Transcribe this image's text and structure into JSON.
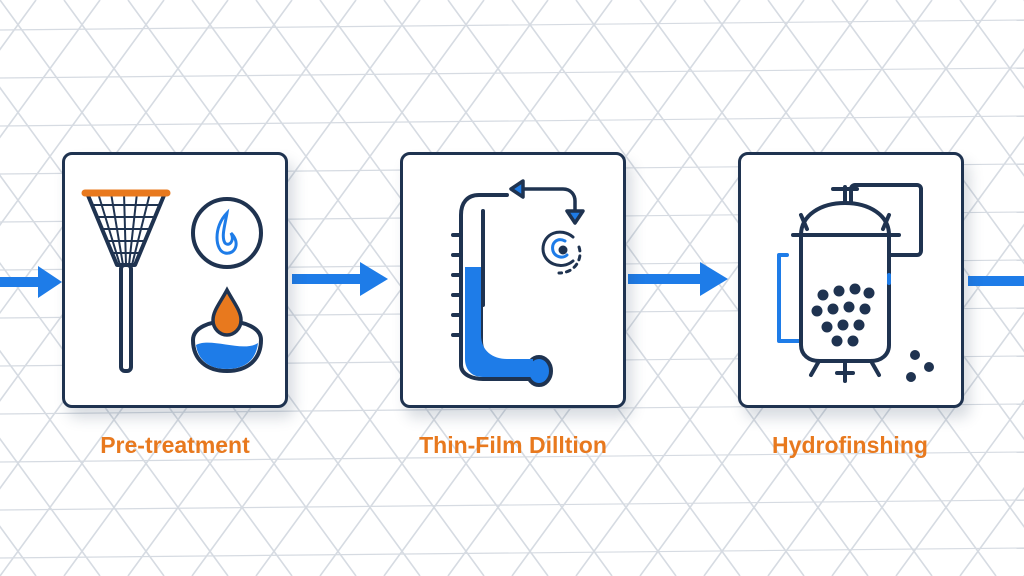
{
  "colors": {
    "accent_orange": "#e8791e",
    "flow_blue": "#1e7ce8",
    "outline_navy": "#1f3350",
    "grid_gray": "#d6dbe2"
  },
  "steps": [
    {
      "label": "Pre-treatment",
      "icons": [
        "strainer-icon",
        "flame-icon",
        "oil-drop-icon"
      ]
    },
    {
      "label": "Thin-Film Dilltion",
      "icons": [
        "distillation-column-icon",
        "recycle-arrow-icon",
        "swirl-icon"
      ]
    },
    {
      "label": "Hydrofinshing",
      "icons": [
        "reactor-vessel-icon",
        "catalyst-beads-icon"
      ]
    }
  ]
}
